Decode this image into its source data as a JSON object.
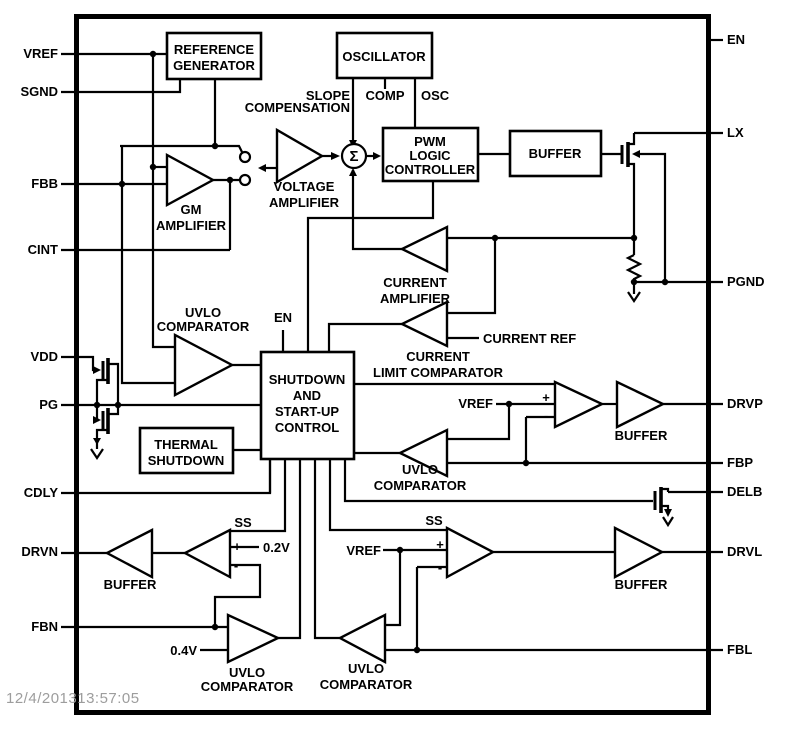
{
  "diagram": {
    "pins_left": [
      "VREF",
      "SGND",
      "FBB",
      "CINT",
      "VDD",
      "PG",
      "CDLY",
      "DRVN",
      "FBN"
    ],
    "pins_right": [
      "EN",
      "LX",
      "PGND",
      "DRVP",
      "FBP",
      "DELB",
      "DRVL",
      "FBL"
    ],
    "blocks": {
      "reference_generator": [
        "REFERENCE",
        "GENERATOR"
      ],
      "oscillator": "OSCILLATOR",
      "pwm_logic_controller": [
        "PWM",
        "LOGIC",
        "CONTROLLER"
      ],
      "buffer": "BUFFER",
      "shutdown_control": [
        "SHUTDOWN",
        "AND",
        "START-UP",
        "CONTROL"
      ],
      "thermal_shutdown": [
        "THERMAL",
        "SHUTDOWN"
      ]
    },
    "amplifiers": {
      "gm": [
        "GM",
        "AMPLIFIER"
      ],
      "voltage": [
        "VOLTAGE",
        "AMPLIFIER"
      ],
      "current": [
        "CURRENT",
        "AMPLIFIER"
      ],
      "current_limit": [
        "CURRENT",
        "LIMIT COMPARATOR"
      ],
      "uvlo": [
        "UVLO",
        "COMPARATOR"
      ]
    },
    "signals": {
      "slope_compensation": [
        "SLOPE",
        "COMPENSATION"
      ],
      "comp": "COMP",
      "osc": "OSC",
      "en": "EN",
      "ss": "SS",
      "vref": "VREF",
      "current_ref": "CURRENT REF",
      "v_0_2": "0.2V",
      "v_0_4": "0.4V",
      "sigma": "Σ",
      "plus": "+",
      "minus": "-"
    },
    "timestamp": "12/4/201313:57:05",
    "colors": {
      "line": "#000000",
      "background": "#ffffff",
      "timestamp": "#9d9d9d"
    }
  }
}
